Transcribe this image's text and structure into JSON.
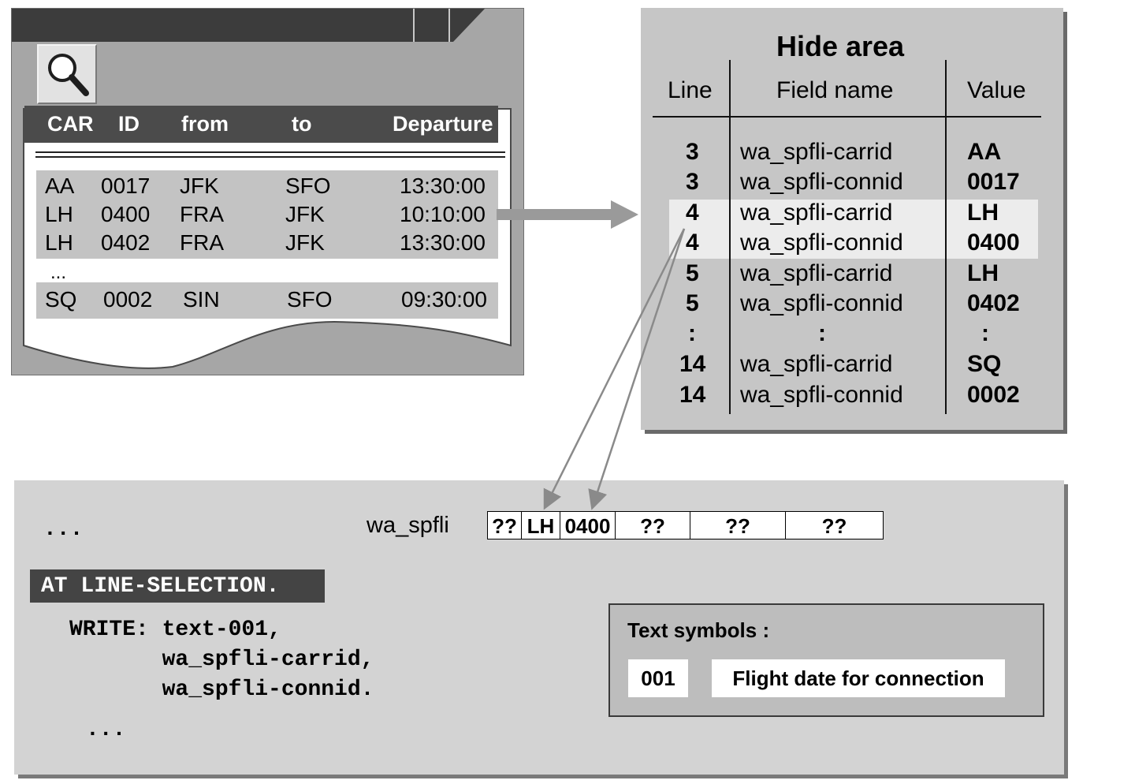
{
  "list": {
    "columns": [
      "CAR",
      "ID",
      "from",
      "to",
      "Departure"
    ],
    "rows": [
      [
        "AA",
        "0017",
        "JFK",
        "SFO",
        "13:30:00"
      ],
      [
        "LH",
        "0400",
        "FRA",
        "JFK",
        "10:10:00"
      ],
      [
        "LH",
        "0402",
        "FRA",
        "JFK",
        "13:30:00"
      ],
      [
        "SQ",
        "0002",
        "SIN",
        "SFO",
        "09:30:00"
      ]
    ],
    "ellipsis": "..."
  },
  "hide_area": {
    "title": "Hide area",
    "columns": [
      "Line",
      "Field name",
      "Value"
    ],
    "rows": [
      [
        "3",
        "wa_spfli-carrid",
        "AA"
      ],
      [
        "3",
        "wa_spfli-connid",
        "0017"
      ],
      [
        "4",
        "wa_spfli-carrid",
        "LH"
      ],
      [
        "4",
        "wa_spfli-connid",
        "0400"
      ],
      [
        "5",
        "wa_spfli-carrid",
        "LH"
      ],
      [
        "5",
        "wa_spfli-connid",
        "0402"
      ],
      [
        ":",
        ":",
        ":"
      ],
      [
        "14",
        "wa_spfli-carrid",
        "SQ"
      ],
      [
        "14",
        "wa_spfli-connid",
        "0002"
      ]
    ]
  },
  "program": {
    "ellipsis_top": "...",
    "statement": "AT LINE-SELECTION.",
    "write_lines": [
      "WRITE: text-001,",
      "       wa_spfli-carrid,",
      "       wa_spfli-connid."
    ],
    "ellipsis_bottom": "...",
    "work_area_label": "wa_spfli",
    "work_area_fields": [
      "??",
      "LH",
      "0400",
      "??",
      "??",
      "??"
    ]
  },
  "text_symbols": {
    "label": "Text symbols :",
    "id": "001",
    "text": "Flight date for connection"
  },
  "icons": {
    "magnifier": "magnifier-icon",
    "arrow": "arrow-right-icon"
  }
}
